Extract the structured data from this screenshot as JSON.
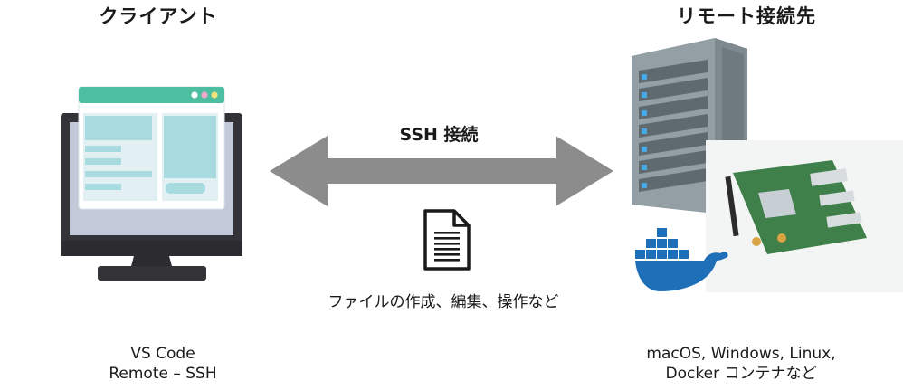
{
  "client": {
    "title": "クライアント",
    "caption_line1": "VS Code",
    "caption_line2": "Remote – SSH"
  },
  "remote": {
    "title": "リモート接続先",
    "caption_line1": "macOS, Windows, Linux,",
    "caption_line2": "Docker コンテナなど"
  },
  "connection": {
    "label": "SSH 接続",
    "arrow_color": "#8c8c8c"
  },
  "document": {
    "label": "ファイルの作成、編集、操作など",
    "icon": "document-icon"
  },
  "icons": {
    "monitor": "monitor-icon",
    "server": "server-rack-icon",
    "board": "circuit-board-icon",
    "docker": "docker-whale-icon"
  },
  "colors": {
    "monitor_frame": "#333338",
    "window_header": "#4dbfa0",
    "window_panel": "#a8dbe0",
    "server_body": "#8a969c",
    "board_green": "#3f7f4a",
    "docker_blue": "#1f6fb8"
  }
}
